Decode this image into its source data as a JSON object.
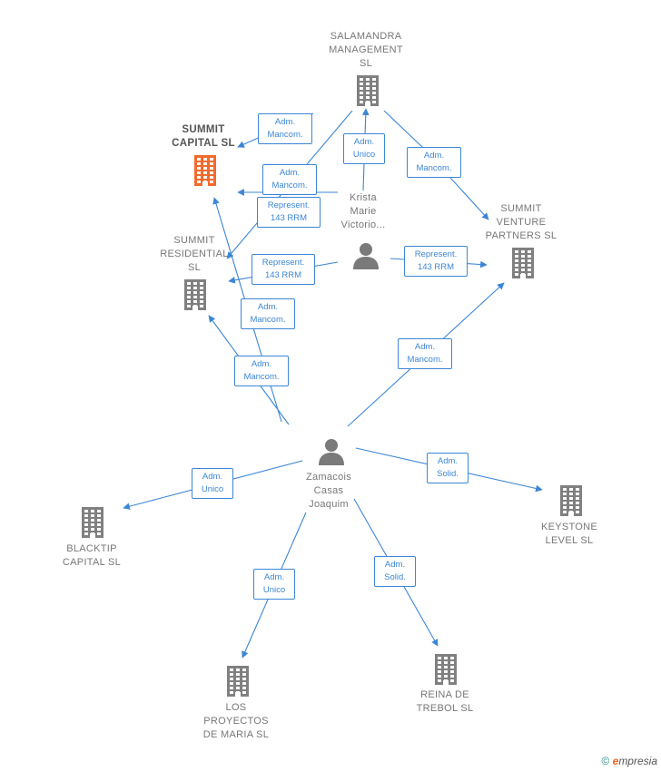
{
  "colors": {
    "edge": "#3c86d6",
    "building": "#808080",
    "highlight": "#f26a2e",
    "person": "#7a7a7a"
  },
  "nodes": {
    "salamandra": {
      "label": "SALAMANDRA\nMANAGEMENT\nSL",
      "icon": "building-icon"
    },
    "summit_capital": {
      "label": "SUMMIT\nCAPITAL  SL",
      "icon": "building-icon",
      "highlight": true
    },
    "summit_residential": {
      "label": "SUMMIT\nRESIDENTIAL\nSL",
      "icon": "building-icon"
    },
    "summit_venture": {
      "label": "SUMMIT\nVENTURE\nPARTNERS  SL",
      "icon": "building-icon"
    },
    "krista": {
      "label": "Krista\nMarie\nVictorio...",
      "icon": "person-icon"
    },
    "zamacois": {
      "label": "Zamacois\nCasas\nJoaquim",
      "icon": "person-icon"
    },
    "keystone": {
      "label": "KEYSTONE\nLEVEL  SL",
      "icon": "building-icon"
    },
    "blacktip": {
      "label": "BLACKTIP\nCAPITAL  SL",
      "icon": "building-icon"
    },
    "los_proyectos": {
      "label": "LOS\nPROYECTOS\nDE MARIA  SL",
      "icon": "building-icon"
    },
    "reina": {
      "label": "REINA DE\nTREBOL  SL",
      "icon": "building-icon"
    }
  },
  "edges": [
    {
      "from": "salamandra",
      "to": "summit_capital",
      "label": "Adm.\nMancom."
    },
    {
      "from": "salamandra",
      "to": "summit_residential",
      "label": "Adm.\nMancom."
    },
    {
      "from": "salamandra",
      "to": "summit_venture",
      "label": "Adm.\nMancom."
    },
    {
      "from": "krista",
      "to": "salamandra",
      "label": "Adm.\nUnico"
    },
    {
      "from": "krista",
      "to": "summit_capital",
      "label": "Represent.\n143 RRM"
    },
    {
      "from": "krista",
      "to": "summit_residential",
      "label": "Represent.\n143 RRM"
    },
    {
      "from": "krista",
      "to": "summit_venture",
      "label": "Represent.\n143 RRM"
    },
    {
      "from": "zamacois",
      "to": "summit_capital",
      "label": "Adm.\nMancom."
    },
    {
      "from": "zamacois",
      "to": "summit_residential",
      "label": "Adm.\nMancom."
    },
    {
      "from": "zamacois",
      "to": "summit_venture",
      "label": "Adm.\nMancom."
    },
    {
      "from": "zamacois",
      "to": "blacktip",
      "label": "Adm.\nUnico"
    },
    {
      "from": "zamacois",
      "to": "keystone",
      "label": "Adm.\nSolid."
    },
    {
      "from": "zamacois",
      "to": "los_proyectos",
      "label": "Adm.\nUnico"
    },
    {
      "from": "zamacois",
      "to": "reina",
      "label": "Adm.\nSolid."
    }
  ],
  "footer": {
    "copyright": "©",
    "brand_initial": "e",
    "brand_rest": "mpresia"
  }
}
